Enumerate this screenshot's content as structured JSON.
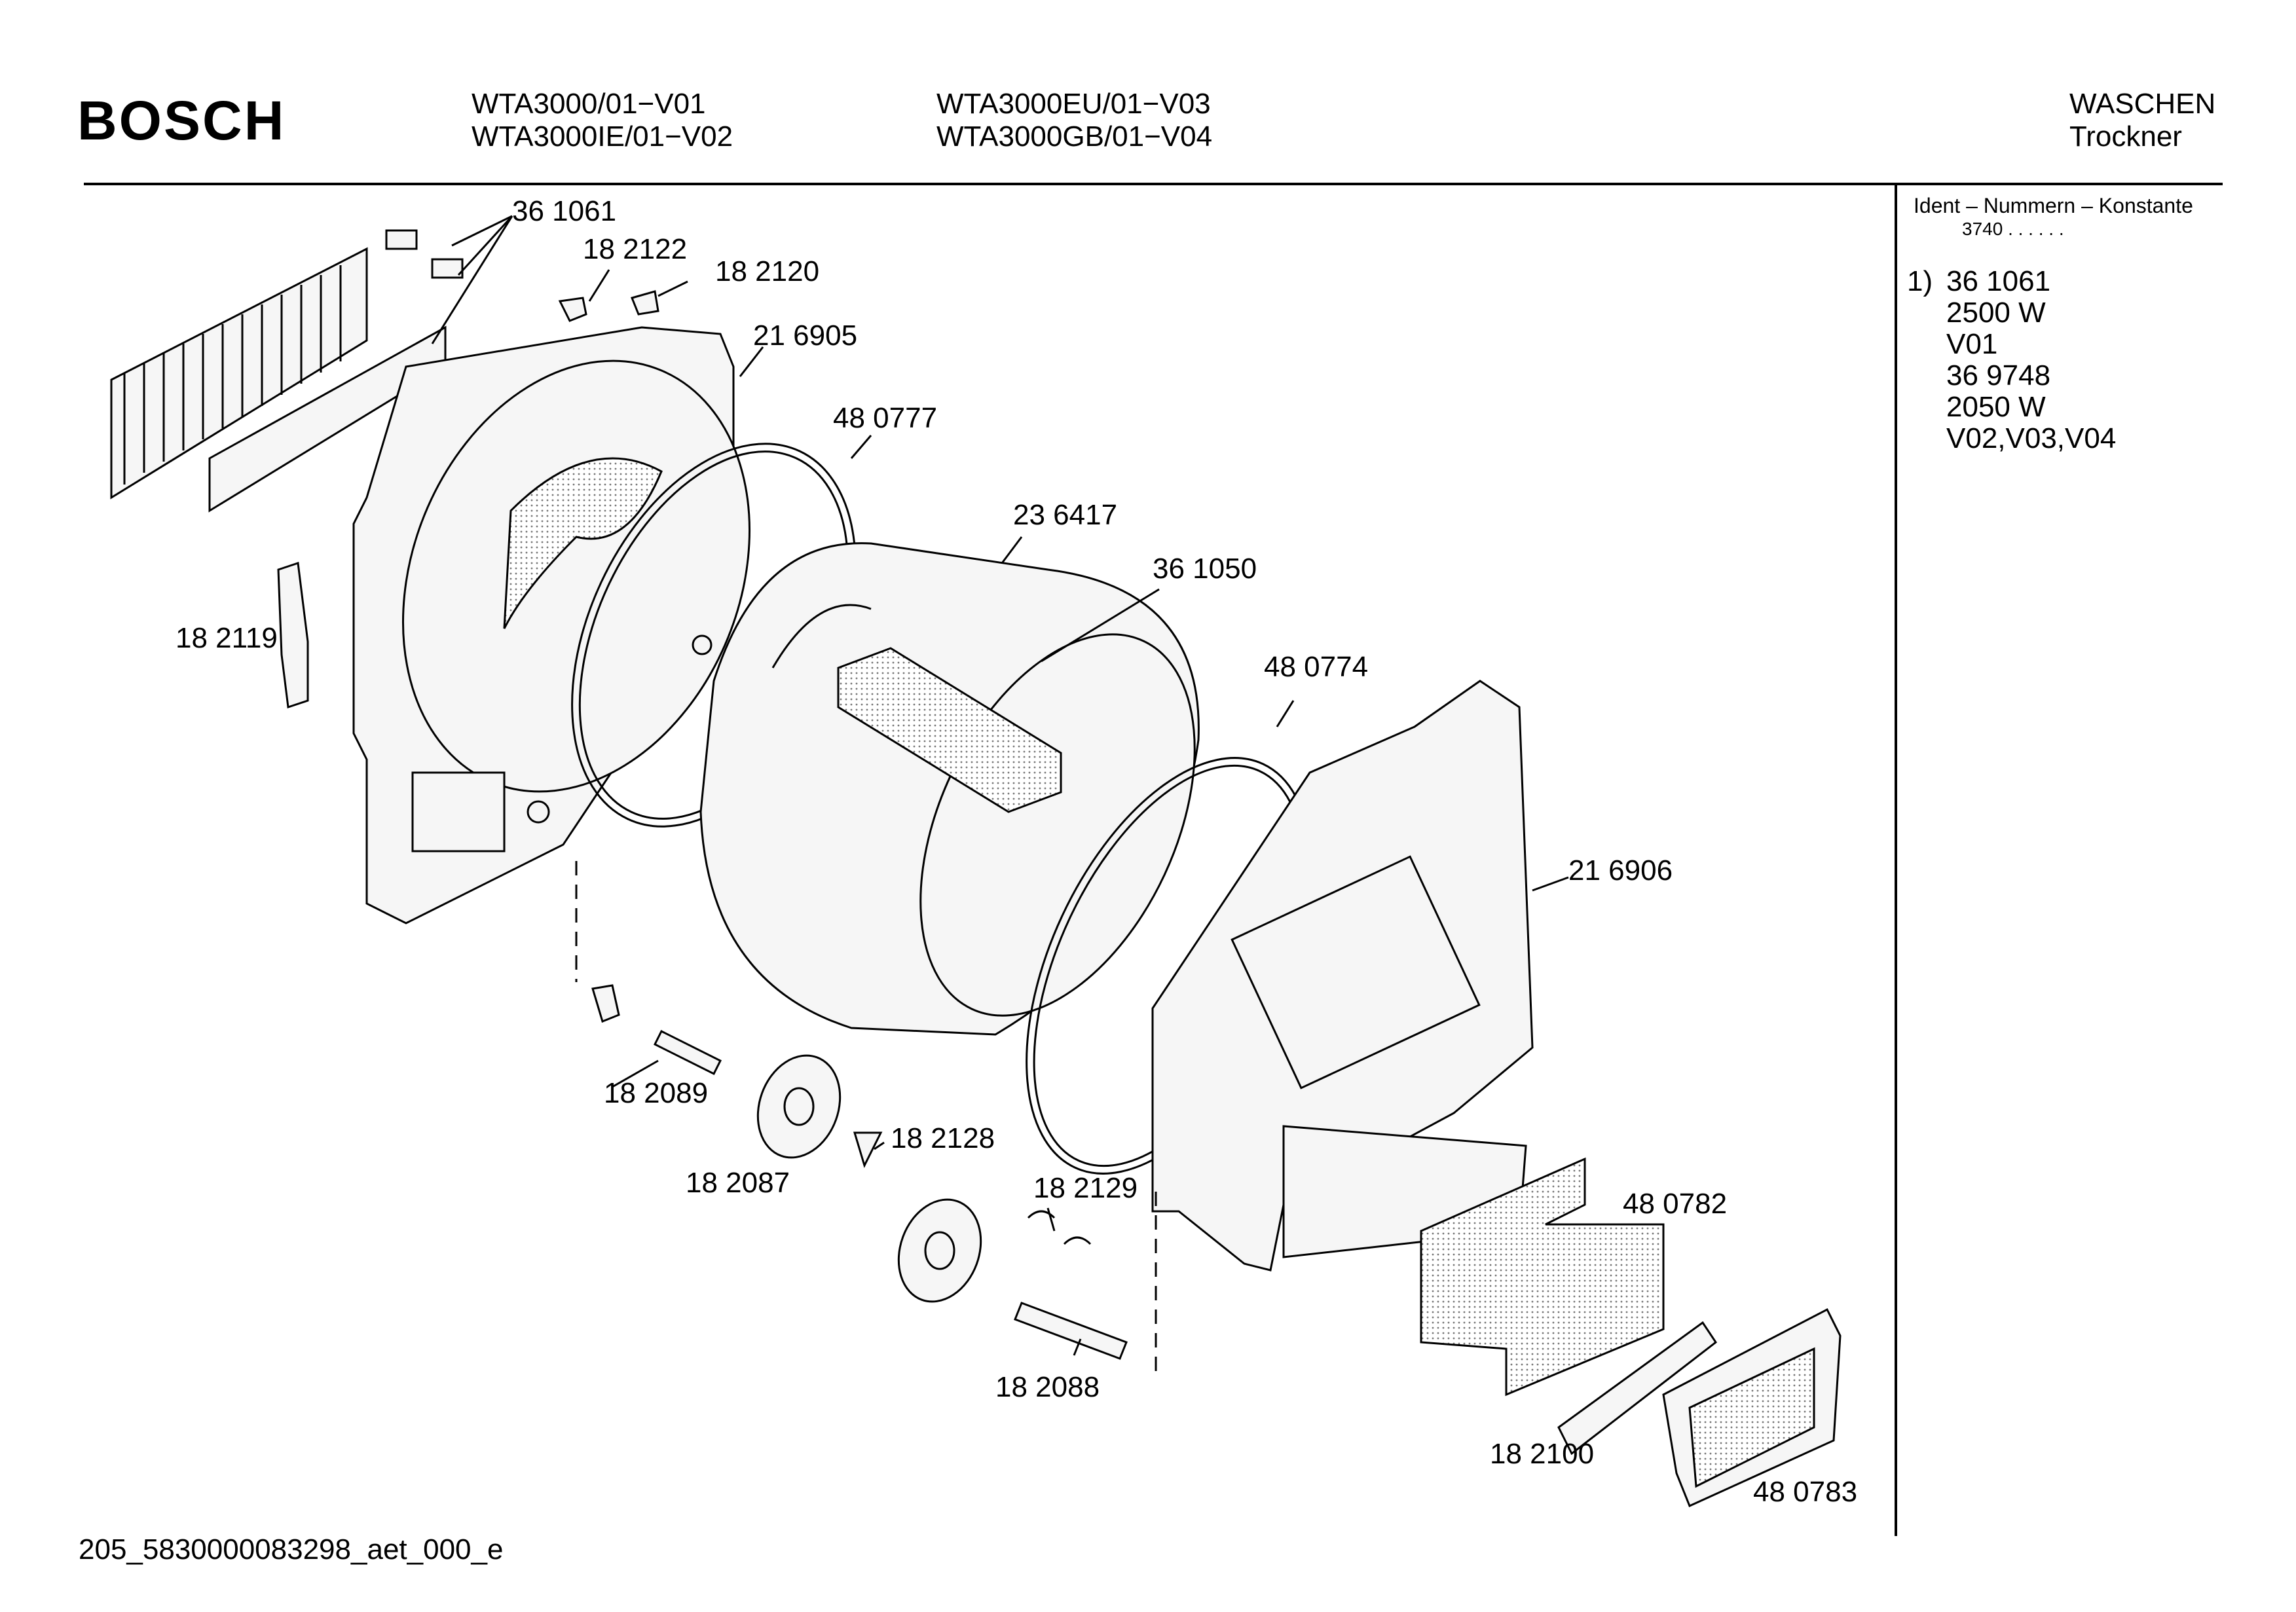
{
  "header": {
    "brand": "BOSCH",
    "models_col1": [
      "WTA3000/01−V01",
      "WTA3000IE/01−V02"
    ],
    "models_col2": [
      "WTA3000EU/01−V03",
      "WTA3000GB/01−V04"
    ],
    "category": [
      "WASCHEN",
      "Trockner"
    ]
  },
  "sidebar": {
    "title": "Ident – Nummern – Konstante",
    "constant": "3740  .  .     .  .  .  .",
    "note_marker": "1)",
    "note_lines": [
      "36 1061",
      "2500 W",
      "V01",
      "36 9748",
      "2050 W",
      "V02,V03,V04"
    ]
  },
  "parts": [
    "36 1061",
    "18 2122",
    "18 2120",
    "21 6905",
    "48 0777",
    "23 6417",
    "36 1050",
    "18 2119",
    "48 0774",
    "21 6906",
    "18 2089",
    "18 2128",
    "18 2087",
    "18 2129",
    "48 0782",
    "18 2088",
    "18 2100",
    "48 0783"
  ],
  "footer": {
    "code": "205_5830000083298_aet_000_e"
  }
}
